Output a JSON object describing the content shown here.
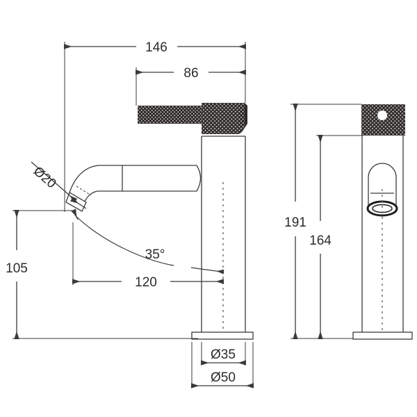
{
  "drawing": {
    "title": "Basin Mixer Tap Dimensioned Drawing",
    "background_color": "#ffffff",
    "line_color": "#3a3a3a",
    "text_color": "#2b2b2b",
    "accent_dark": "#2f2b2b",
    "units_note": ""
  },
  "side_view": {
    "name": "side-elevation",
    "dimensions": {
      "overall_width": "146",
      "handle_offset": "86",
      "spout_height": "105",
      "spout_reach": "120",
      "outlet_diameter": "Ø20",
      "spout_angle": "35°",
      "base_inner_diameter": "Ø35",
      "base_outer_diameter": "Ø50"
    }
  },
  "front_view": {
    "name": "front-elevation",
    "dimensions": {
      "overall_height": "191",
      "body_height": "164"
    }
  },
  "labels": {
    "d146": "146",
    "d86": "86",
    "d105": "105",
    "d120": "120",
    "d20": "Ø20",
    "a35": "35°",
    "d35": "Ø35",
    "d50": "Ø50",
    "d191": "191",
    "d164": "164"
  }
}
